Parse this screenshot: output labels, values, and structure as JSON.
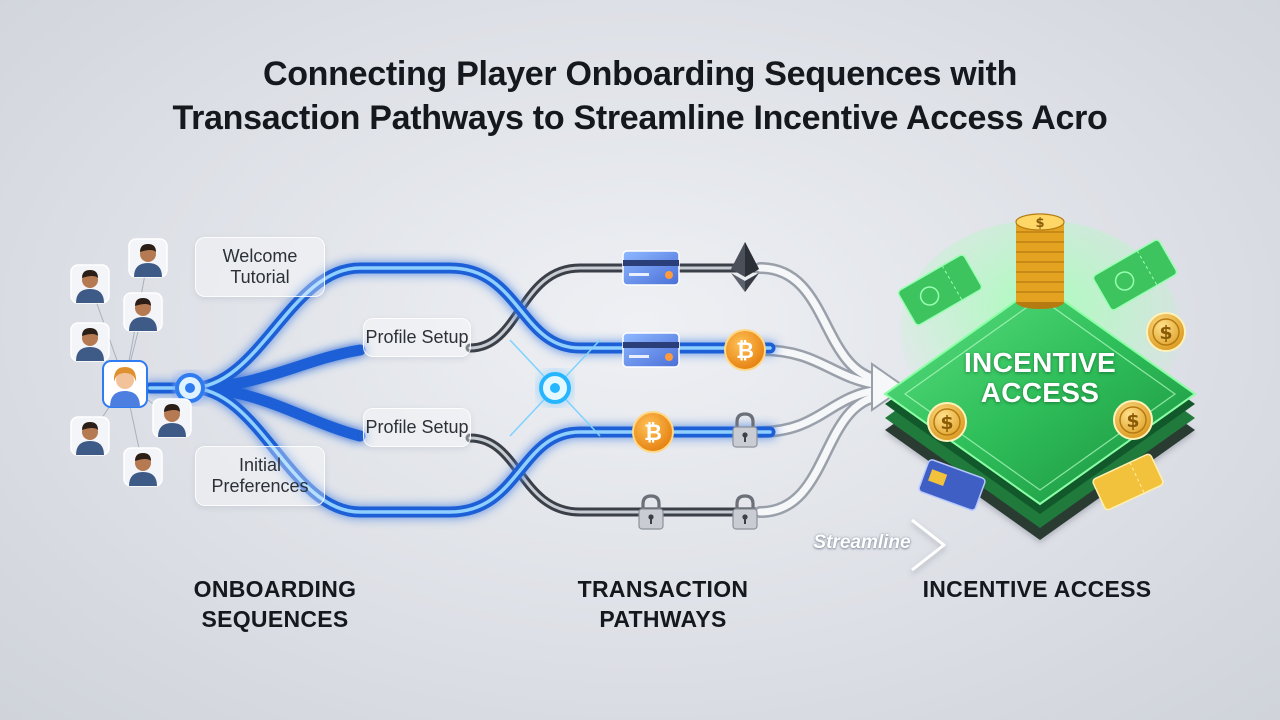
{
  "title": {
    "line1": "Connecting Player Onboarding Sequences with",
    "line2": "Transaction Pathways to Streamline Incentive Access Acro"
  },
  "steps": {
    "welcome_tutorial": "Welcome Tutorial",
    "profile_setup_1": "Profile Setup",
    "profile_setup_2": "Profile Setup",
    "initial_preferences": "Initial Preferences"
  },
  "sections": {
    "onboarding": "ONBOARDING SEQUENCES",
    "transaction": "TRANSACTION PATHWAYS",
    "incentive": "INCENTIVE ACCESS"
  },
  "platform_label": "INCENTIVE ACCESS",
  "streamline_label": "Streamline",
  "icons": {
    "player": "user-avatar-icon",
    "card": "credit-card-icon",
    "ethereum": "ethereum-icon",
    "bitcoin": "bitcoin-coin-icon",
    "lock": "padlock-icon",
    "coin_stack": "coin-stack-icon",
    "ticket": "ticket-icon"
  },
  "colors": {
    "flow_blue": "#2f7bf0",
    "flow_glow": "#5ab0ff",
    "path_dark": "#3b3f48",
    "platform_green": "#2fbf5a",
    "coin_gold": "#f2b431",
    "bitcoin_orange": "#f39a1e"
  }
}
